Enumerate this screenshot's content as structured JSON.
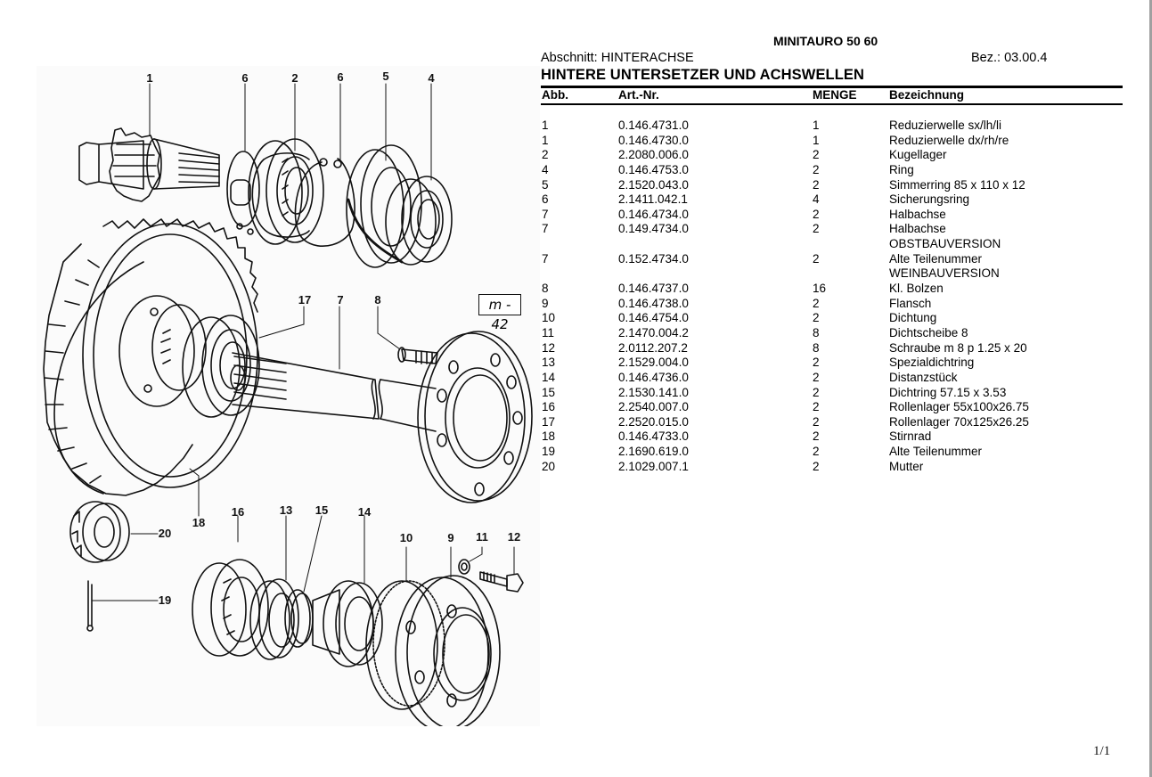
{
  "document": {
    "title": "MINITAURO 50 60",
    "section_label": "Abschnitt: HINTERACHSE",
    "reference": "Bez.: 03.00.4",
    "heading": "HINTERE UNTERSETZER UND ACHSWELLEN",
    "page_indicator": "1/1"
  },
  "table": {
    "headers": {
      "abb": "Abb.",
      "art_nr": "Art.-Nr.",
      "menge": "MENGE",
      "bezeichnung": "Bezeichnung"
    },
    "rows": [
      {
        "abb": "1",
        "art_nr": "0.146.4731.0",
        "menge": "1",
        "bezeichnung": "Reduzierwelle sx/lh/li"
      },
      {
        "abb": "1",
        "art_nr": "0.146.4730.0",
        "menge": "1",
        "bezeichnung": "Reduzierwelle dx/rh/re"
      },
      {
        "abb": "2",
        "art_nr": "2.2080.006.0",
        "menge": "2",
        "bezeichnung": "Kugellager"
      },
      {
        "abb": "4",
        "art_nr": "0.146.4753.0",
        "menge": "2",
        "bezeichnung": "Ring"
      },
      {
        "abb": "5",
        "art_nr": "2.1520.043.0",
        "menge": "2",
        "bezeichnung": "Simmerring 85 x 110 x 12"
      },
      {
        "abb": "6",
        "art_nr": "2.1411.042.1",
        "menge": "4",
        "bezeichnung": "Sicherungsring"
      },
      {
        "abb": "7",
        "art_nr": "0.146.4734.0",
        "menge": "2",
        "bezeichnung": "Halbachse"
      },
      {
        "abb": "7",
        "art_nr": "0.149.4734.0",
        "menge": "2",
        "bezeichnung": "Halbachse"
      },
      {
        "abb": "",
        "art_nr": "",
        "menge": "",
        "bezeichnung": "OBSTBAUVERSION"
      },
      {
        "abb": "7",
        "art_nr": "0.152.4734.0",
        "menge": "2",
        "bezeichnung": "Alte Teilenummer"
      },
      {
        "abb": "",
        "art_nr": "",
        "menge": "",
        "bezeichnung": "WEINBAUVERSION"
      },
      {
        "abb": "8",
        "art_nr": "0.146.4737.0",
        "menge": "16",
        "bezeichnung": "Kl. Bolzen"
      },
      {
        "abb": "9",
        "art_nr": "0.146.4738.0",
        "menge": "2",
        "bezeichnung": "Flansch"
      },
      {
        "abb": "10",
        "art_nr": "0.146.4754.0",
        "menge": "2",
        "bezeichnung": "Dichtung"
      },
      {
        "abb": "11",
        "art_nr": "2.1470.004.2",
        "menge": "8",
        "bezeichnung": "Dichtscheibe 8"
      },
      {
        "abb": "12",
        "art_nr": "2.0112.207.2",
        "menge": "8",
        "bezeichnung": "Schraube m 8 p 1.25 x 20"
      },
      {
        "abb": "13",
        "art_nr": "2.1529.004.0",
        "menge": "2",
        "bezeichnung": "Spezialdichtring"
      },
      {
        "abb": "14",
        "art_nr": "0.146.4736.0",
        "menge": "2",
        "bezeichnung": "Distanzstück"
      },
      {
        "abb": "15",
        "art_nr": "2.1530.141.0",
        "menge": "2",
        "bezeichnung": "Dichtring 57.15 x 3.53"
      },
      {
        "abb": "16",
        "art_nr": "2.2540.007.0",
        "menge": "2",
        "bezeichnung": "Rollenlager 55x100x26.75"
      },
      {
        "abb": "17",
        "art_nr": "2.2520.015.0",
        "menge": "2",
        "bezeichnung": "Rollenlager 70x125x26.25"
      },
      {
        "abb": "18",
        "art_nr": "0.146.4733.0",
        "menge": "2",
        "bezeichnung": "Stirnrad"
      },
      {
        "abb": "19",
        "art_nr": "2.1690.619.0",
        "menge": "2",
        "bezeichnung": "Alte Teilenummer"
      },
      {
        "abb": "20",
        "art_nr": "2.1029.007.1",
        "menge": "2",
        "bezeichnung": "Mutter"
      }
    ]
  },
  "diagram": {
    "figure_tag": "m - 42",
    "callouts": [
      "1",
      "6",
      "2",
      "6",
      "5",
      "4",
      "17",
      "7",
      "8",
      "18",
      "16",
      "13",
      "15",
      "14",
      "10",
      "9",
      "11",
      "12",
      "20",
      "19"
    ]
  }
}
